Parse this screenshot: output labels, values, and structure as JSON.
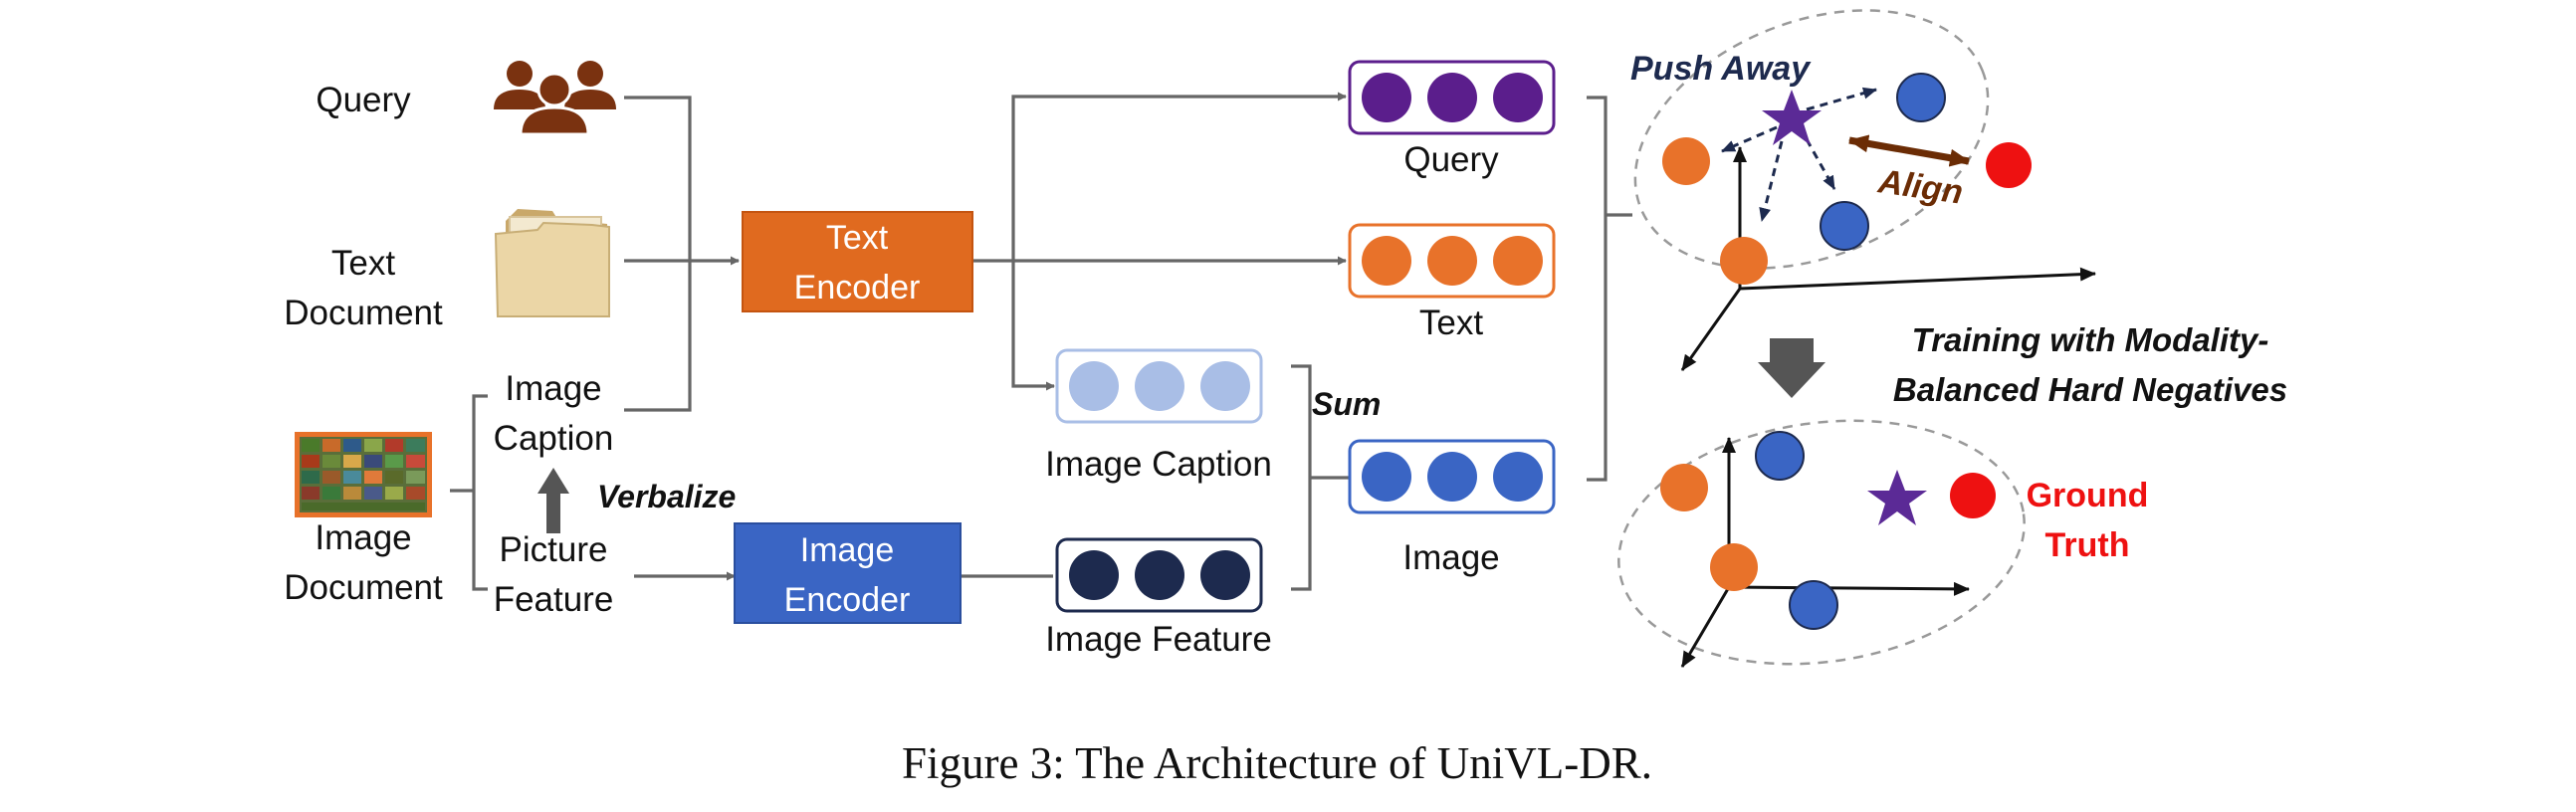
{
  "inputs": {
    "query": "Query",
    "text_doc_line1": "Text",
    "text_doc_line2": "Document",
    "image_doc_line1": "Image",
    "image_doc_line2": "Document",
    "caption_line1": "Image",
    "caption_line2": "Caption",
    "feature_line1": "Picture",
    "feature_line2": "Feature",
    "verbalize": "Verbalize"
  },
  "encoders": {
    "text_line1": "Text",
    "text_line2": "Encoder",
    "image_line1": "Image",
    "image_line2": "Encoder"
  },
  "embeddings": {
    "query": "Query",
    "text": "Text",
    "image_caption": "Image Caption",
    "image_feature": "Image Feature",
    "image": "Image",
    "sum": "Sum"
  },
  "space": {
    "push_away": "Push Away",
    "align": "Align",
    "training_line1": "Training with Modality-",
    "training_line2": "Balanced Hard Negatives",
    "ground_line1": "Ground",
    "ground_line2": "Truth"
  },
  "caption": "Figure 3: The Architecture of UniVL-DR.",
  "colors": {
    "text_encoder": "#E06A1F",
    "image_encoder": "#3A65C4",
    "query_dot": "#5B1E8C",
    "text_dot": "#E8722A",
    "caption_dot": "#A9BEE6",
    "feature_dot": "#1D2A4E",
    "image_dot": "#3A65C4",
    "negative_red": "#EE1111",
    "star": "#5B2A96",
    "push_text": "#1D2A4E",
    "align_text": "#6B2C05",
    "query_icon": "#7A3210"
  }
}
